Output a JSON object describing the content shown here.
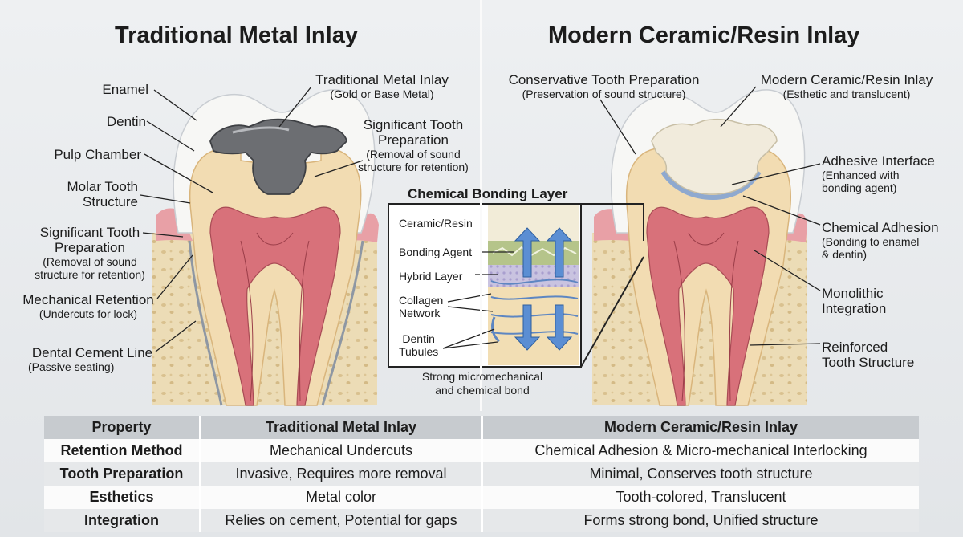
{
  "titles": {
    "left": "Traditional Metal Inlay",
    "right": "Modern Ceramic/Resin Inlay"
  },
  "left_labels": {
    "enamel": "Enamel",
    "dentin": "Dentin",
    "pulp": "Pulp Chamber",
    "molar": "Molar Tooth\nStructure",
    "prep_title": "Significant Tooth\nPreparation",
    "prep_sub": "(Removal of sound\nstructure for retention)",
    "mech_title": "Mechanical Retention",
    "mech_sub": "(Undercuts for lock)",
    "cement_title": "Dental Cement Line",
    "cement_sub": "(Passive seating)",
    "inlay_title": "Traditional Metal Inlay",
    "inlay_sub": "(Gold or Base Metal)",
    "prep2_title": "Significant Tooth\nPreparation",
    "prep2_sub": "(Removal of sound\nstructure for retention)"
  },
  "right_labels": {
    "cons_title": "Conservative Tooth Preparation",
    "cons_sub": "(Preservation of sound structure)",
    "inlay_title": "Modern Ceramic/Resin Inlay",
    "inlay_sub": "(Esthetic and translucent)",
    "adhesive_title": "Adhesive Interface",
    "adhesive_sub": "(Enhanced with\nbonding agent)",
    "chem_title": "Chemical Adhesion",
    "chem_sub": "(Bonding to enamel\n& dentin)",
    "mono": "Monolithic\nIntegration",
    "reinforced": "Reinforced\nTooth Structure"
  },
  "inset": {
    "title": "Chemical Bonding Layer",
    "ceramic": "Ceramic/Resin",
    "bonding": "Bonding Agent",
    "hybrid": "Hybrid Layer",
    "collagen": "Collagen\nNetwork",
    "tubules": "Dentin\nTubules",
    "caption": "Strong micromechanical\nand chemical bond"
  },
  "table": {
    "headers": [
      "Property",
      "Traditional Metal Inlay",
      "Modern Ceramic/Resin Inlay"
    ],
    "rows": [
      [
        "Retention Method",
        "Mechanical Undercuts",
        "Chemical Adhesion & Micro-mechanical Interlocking"
      ],
      [
        "Tooth Preparation",
        "Invasive, Requires more removal",
        "Minimal, Conserves tooth structure"
      ],
      [
        "Esthetics",
        "Metal color",
        "Tooth-colored, Translucent"
      ],
      [
        "Integration",
        "Relies on cement, Potential for gaps",
        "Forms strong bond, Unified structure"
      ]
    ]
  },
  "colors": {
    "enamel": "#f7f7f5",
    "dentin": "#f2dcb2",
    "pulp": "#d8717a",
    "gum": "#e8a0a6",
    "bone": "#ead8b0",
    "metal": "#6c6e72",
    "ceramic": "#f1ebdc",
    "adhesive": "#8fa9cf"
  }
}
